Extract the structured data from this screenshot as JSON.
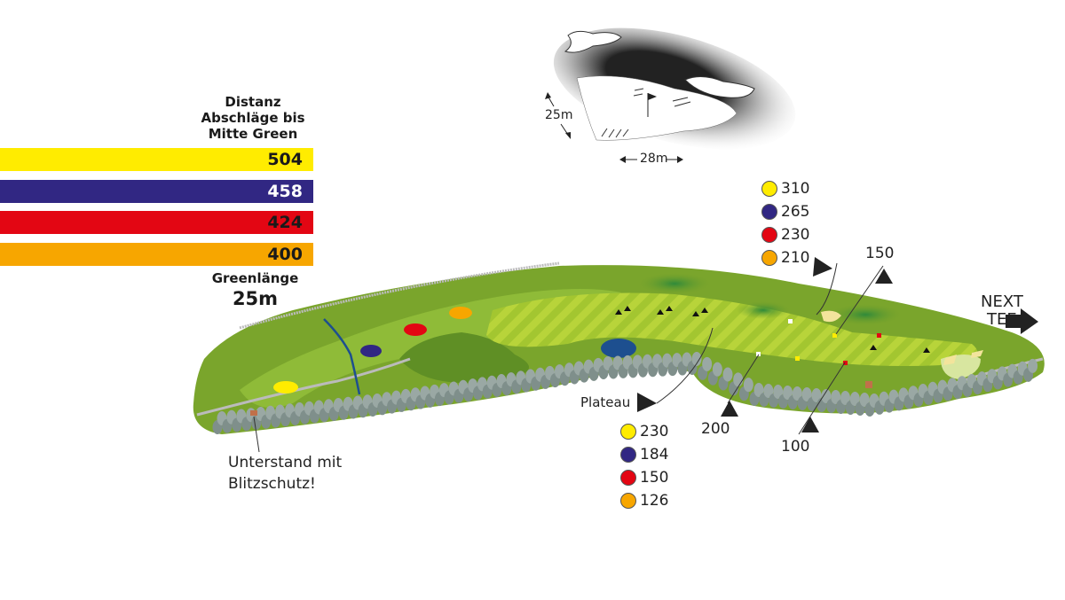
{
  "legend": {
    "title_lines": [
      "Distanz",
      "Abschläge bis",
      "Mitte Green"
    ],
    "tees": [
      {
        "color": "#ffec00",
        "distance": "504",
        "text_color": "#1a1a1a"
      },
      {
        "color": "#312783",
        "distance": "458",
        "text_color": "#ffffff"
      },
      {
        "color": "#e30613",
        "distance": "424",
        "text_color": "#1a1a1a"
      },
      {
        "color": "#f7a600",
        "distance": "400",
        "text_color": "#1a1a1a"
      }
    ],
    "green_length_label": "Greenlänge",
    "green_length_value": "25m"
  },
  "green_detail": {
    "depth": "25m",
    "width": "28m"
  },
  "plateau": {
    "label": "Plateau",
    "distances": [
      "230",
      "184",
      "150",
      "126"
    ]
  },
  "upper_distances": [
    "310",
    "265",
    "230",
    "210"
  ],
  "markers": {
    "m200": "200",
    "m150": "150",
    "m100": "100"
  },
  "next_tee": [
    "NEXT",
    "TEE"
  ],
  "shelter": [
    "Unterstand mit",
    "Blitzschutz!"
  ]
}
